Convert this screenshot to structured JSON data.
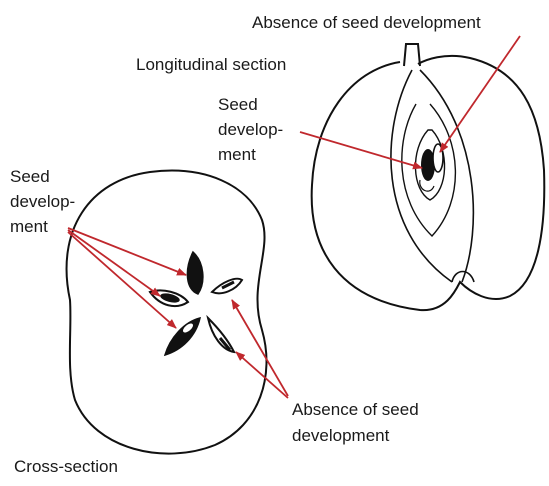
{
  "labels": {
    "absence_top": "Absence of seed development",
    "longitudinal": "Longitudinal section",
    "seed_dev_right": [
      "Seed",
      "develop-",
      "ment"
    ],
    "seed_dev_left": [
      "Seed",
      "develop-",
      "ment"
    ],
    "absence_bottom": [
      "Absence of seed",
      "development"
    ],
    "cross_section": "Cross-section"
  },
  "colors": {
    "outline": "#111111",
    "arrow": "#c0282d",
    "seed_fill": "#111111",
    "background": "#ffffff"
  }
}
